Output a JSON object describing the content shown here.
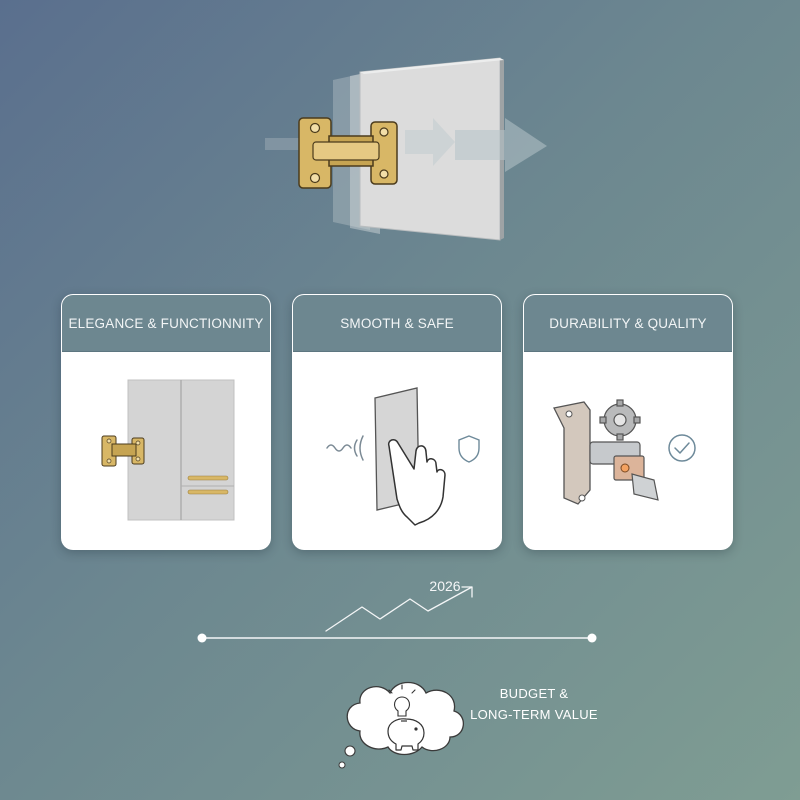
{
  "cards": [
    {
      "title": "ELEGANCE & FUNCTIONNITY"
    },
    {
      "title": "SMOOTH & SAFE"
    },
    {
      "title": "DURABILITY & QUALITY"
    }
  ],
  "timeline": {
    "year": "2026"
  },
  "budget": {
    "line1": "BUDGET &",
    "line2": "LONG-TERM VALUE"
  },
  "icons": {
    "hero": "hinge-door-icon",
    "card1": "cabinet-icon",
    "card2": "hand-touch-icon",
    "card3": "mechanism-icon",
    "budget": "piggy-bank-icon"
  },
  "colors": {
    "card_header": "#6d8790",
    "brass": "#d8b766",
    "card_bg": "#ffffff"
  }
}
